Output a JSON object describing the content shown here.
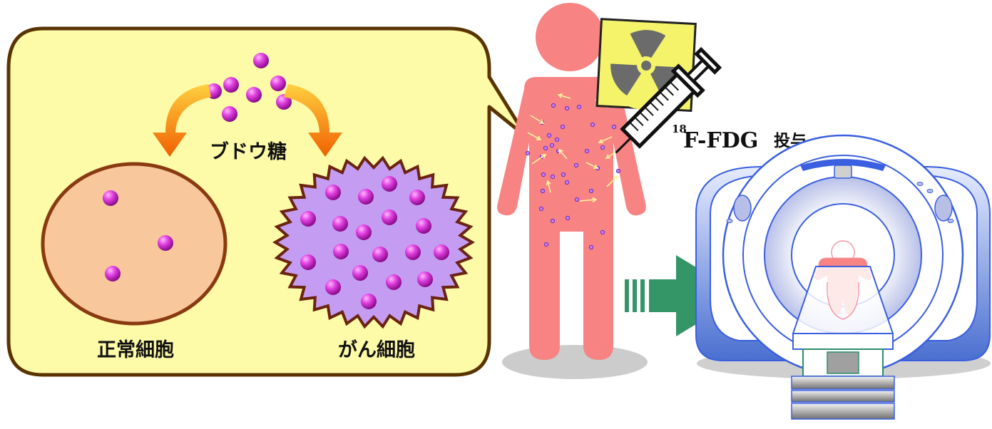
{
  "labels": {
    "glucose": "ブドウ糖",
    "normal_cell": "正常細胞",
    "cancer_cell": "がん細胞",
    "tracer_superscript": "18",
    "tracer_name": "F-FDG",
    "tracer_action": "投与"
  },
  "colors": {
    "panel_fill": "#fdfaa8",
    "panel_border": "#5a3400",
    "normal_cell_fill": "#f8c79b",
    "normal_cell_border": "#8a3a10",
    "cancer_cell_fill": "#c49cf2",
    "cancer_cell_border": "#6a2410",
    "glucose_particle": "#c020c0",
    "body_color": "#f78383",
    "arrow_orange": "#f57b00",
    "arrow_green": "#349567",
    "scanner_blue": "#3a5fe0"
  },
  "icons": [
    "radiation-warning-icon",
    "syringe-icon"
  ]
}
